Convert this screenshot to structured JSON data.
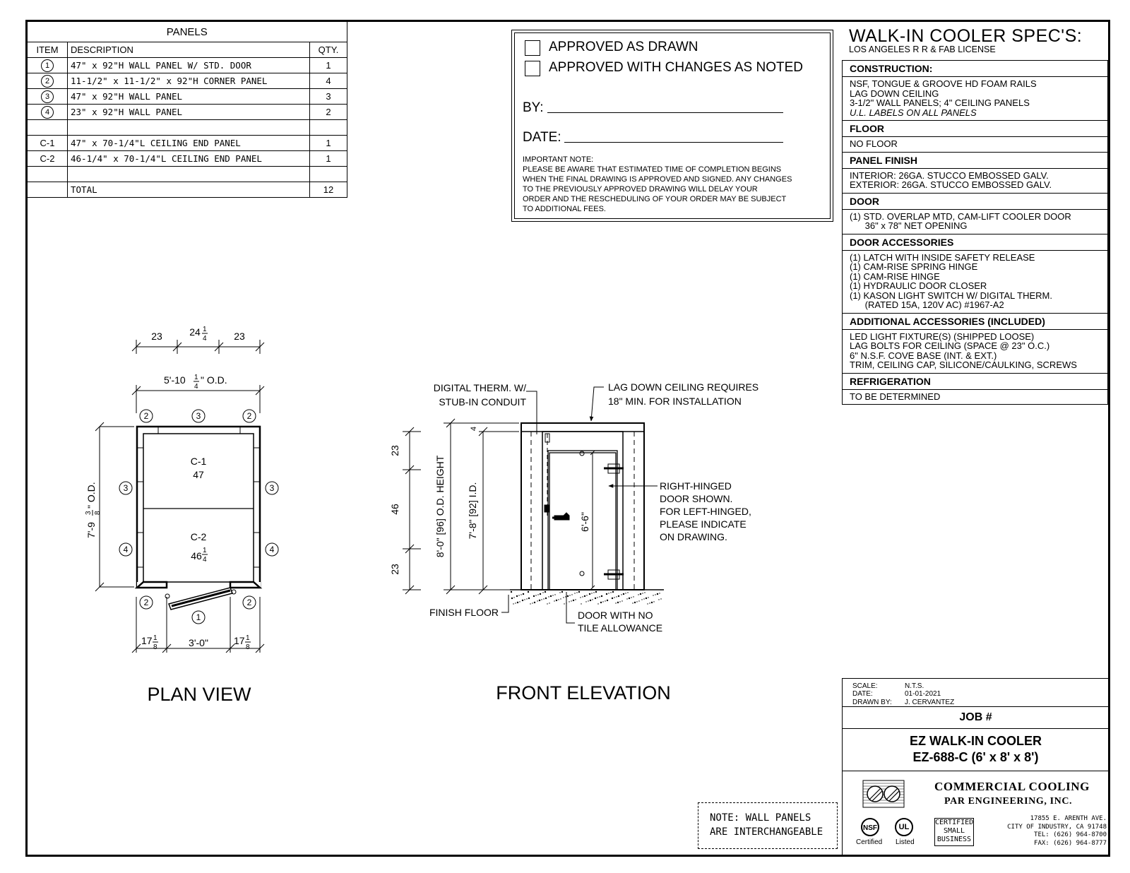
{
  "panels_table": {
    "title": "PANELS",
    "headers": {
      "item": "ITEM",
      "description": "DESCRIPTION",
      "qty": "QTY."
    },
    "rows": [
      {
        "item": "1",
        "circled": true,
        "description": "47\" x 92\"H WALL PANEL W/ STD. DOOR",
        "qty": "1"
      },
      {
        "item": "2",
        "circled": true,
        "description": "11-1/2\" x 11-1/2\" x 92\"H CORNER PANEL",
        "qty": "4"
      },
      {
        "item": "3",
        "circled": true,
        "description": "47\" x 92\"H WALL PANEL",
        "qty": "3"
      },
      {
        "item": "4",
        "circled": true,
        "description": "23\" x 92\"H WALL PANEL",
        "qty": "2"
      },
      {
        "item": "",
        "circled": false,
        "description": "",
        "qty": ""
      },
      {
        "item": "C-1",
        "circled": false,
        "description": "47\" x 70-1/4\"L CEILING END PANEL",
        "qty": "1"
      },
      {
        "item": "C-2",
        "circled": false,
        "description": "46-1/4\" x 70-1/4\"L CEILING END PANEL",
        "qty": "1"
      },
      {
        "item": "",
        "circled": false,
        "description": "",
        "qty": ""
      },
      {
        "item": "",
        "circled": false,
        "description": "TOTAL",
        "qty": "12"
      }
    ]
  },
  "approval": {
    "option1": "APPROVED AS DRAWN",
    "option2": "APPROVED WITH CHANGES AS NOTED",
    "by": "BY:",
    "date": "DATE:",
    "note_title": "IMPORTANT NOTE:",
    "note_lines": [
      "PLEASE BE AWARE THAT ESTIMATED TIME OF COMPLETION BEGINS",
      "WHEN THE FINAL DRAWING IS APPROVED AND SIGNED. ANY CHANGES",
      "TO THE PREVIOUSLY APPROVED DRAWING WILL DELAY YOUR",
      "ORDER AND THE RESCHEDULING OF YOUR ORDER MAY BE SUBJECT",
      "TO ADDITIONAL FEES."
    ]
  },
  "specs": {
    "title": "WALK-IN COOLER SPEC'S:",
    "subtitle": "LOS ANGELES R R & FAB LICENSE",
    "sections": [
      {
        "heading": "CONSTRUCTION:",
        "body": "NSF, TONGUE & GROOVE HD FOAM RAILS\nLAG DOWN CEILING\n3-1/2\" WALL PANELS; 4\" CEILING PANELS",
        "italic": "U.L. LABELS ON ALL PANELS"
      },
      {
        "heading": "FLOOR",
        "body": "NO FLOOR"
      },
      {
        "heading": "PANEL FINISH",
        "body": "INTERIOR: 26GA. STUCCO EMBOSSED GALV.\nEXTERIOR: 26GA. STUCCO EMBOSSED GALV."
      },
      {
        "heading": "DOOR",
        "body": "(1) STD. OVERLAP MTD, CAM-LIFT COOLER DOOR\n      36\" x 78\" NET OPENING"
      },
      {
        "heading": "DOOR ACCESSORIES",
        "body": "(1) LATCH WITH INSIDE SAFETY RELEASE\n(1) CAM-RISE SPRING HINGE\n(1) CAM-RISE HINGE\n(1) HYDRAULIC DOOR CLOSER\n(1) KASON LIGHT SWITCH W/ DIGITAL THERM.\n      (RATED 15A, 120V AC) #1967-A2"
      },
      {
        "heading": "ADDITIONAL ACCESSORIES (INCLUDED)",
        "body": "LED LIGHT FIXTURE(S) (SHIPPED LOOSE)\nLAG BOLTS FOR CEILING (SPACE @ 23\" O.C.)\n6\" N.S.F. COVE BASE (INT. & EXT.)\nTRIM, CEILING CAP, SILICONE/CAULKING, SCREWS"
      },
      {
        "heading": "REFRIGERATION",
        "body": "TO BE DETERMINED"
      }
    ]
  },
  "title_block": {
    "scale_label": "SCALE:",
    "scale": "N.T.S.",
    "date_label": "DATE:",
    "date": "01-01-2021",
    "drawn_label": "DRAWN BY:",
    "drawn": "J. CERVANTEZ",
    "job": "JOB #",
    "model_line1": "EZ WALK-IN COOLER",
    "model_line2": "EZ-688-C  (6' x 8' x 8')",
    "company1": "COMMERCIAL COOLING",
    "company2": "PAR ENGINEERING, INC.",
    "address1": "17855 E. ARENTH AVE.",
    "address2": "CITY OF INDUSTRY, CA 91748",
    "tel": "TEL: (626) 964-8700",
    "fax": "FAX: (626) 964-8777",
    "nsf_text": "NSF",
    "nsf_label": "Certified",
    "ul_text": "UL",
    "ul_label": "Listed",
    "csb1": "CERTIFIED",
    "csb2": "SMALL",
    "csb3": "BUSINESS"
  },
  "plan_view": {
    "title": "PLAN VIEW",
    "dim_top": [
      "23",
      "24",
      "23"
    ],
    "dim_top_mid_frac": {
      "n": "1",
      "d": "4"
    },
    "od_width": "5'-10",
    "od_width_frac": {
      "n": "1",
      "d": "4"
    },
    "od_width_suffix": "\" O.D.",
    "od_length": "7'-9",
    "od_length_frac": {
      "n": "3",
      "d": "8"
    },
    "od_length_suffix": "\" O.D.",
    "c1": "C-1",
    "c1_dim": "47",
    "c2": "C-2",
    "c2_dim": "46",
    "c2_frac": {
      "n": "1",
      "d": "4"
    },
    "bottom_left": "17",
    "bottom_right": "17",
    "bottom_frac": {
      "n": "1",
      "d": "8"
    },
    "door_width": "3'-0\"",
    "callouts": [
      "2",
      "3",
      "2",
      "3",
      "3",
      "4",
      "4",
      "2",
      "2",
      "1"
    ]
  },
  "front_elevation": {
    "title": "FRONT ELEVATION",
    "therm_note": [
      "DIGITAL THERM. W/",
      "STUB-IN CONDUIT"
    ],
    "ceiling_note": [
      "LAG DOWN CEILING REQUIRES",
      "18\" MIN. FOR INSTALLATION"
    ],
    "hinge_note": [
      "RIGHT-HINGED",
      "DOOR SHOWN.",
      "FOR LEFT-HINGED,",
      "PLEASE INDICATE",
      "ON DRAWING."
    ],
    "floor_note": "FINISH FLOOR",
    "door_note": [
      "DOOR WITH NO",
      "TILE ALLOWANCE"
    ],
    "dims_left": [
      "23",
      "46",
      "23"
    ],
    "od_height": "8'-0\" [96] O.D. HEIGHT",
    "id_height": "7'-8\" [92] I.D.",
    "door_height": "6'-6\"",
    "ceiling_thk": "4"
  },
  "note_box": [
    "NOTE: WALL PANELS",
    "ARE INTERCHANGEABLE"
  ]
}
